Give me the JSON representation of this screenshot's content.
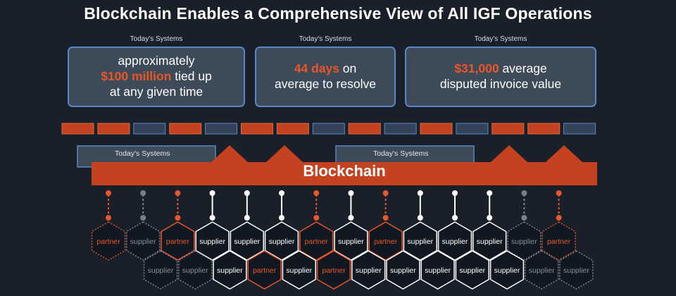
{
  "title": "Blockchain Enables a Comprehensive View of All IGF Operations",
  "cards": [
    {
      "header": "Today's Systems",
      "line1": "approximately",
      "highlight": "$100 million",
      "rest": " tied up",
      "line3": "at any given time"
    },
    {
      "header": "Today's Systems",
      "highlight": "44 days",
      "rest": " on",
      "line2": "average to resolve"
    },
    {
      "header": "Today's Systems",
      "highlight": "$31,000",
      "rest": " average",
      "line2": "disputed invoice value"
    }
  ],
  "today_systems_labels": [
    "Today's Systems",
    "Today's Systems"
  ],
  "blockchain_label": "Blockchain",
  "strip_colors": [
    "orange",
    "orange",
    "blue",
    "orange",
    "blue",
    "orange",
    "orange",
    "blue",
    "orange",
    "blue",
    "orange",
    "blue",
    "orange",
    "orange",
    "blue"
  ],
  "connectors": [
    "orange",
    "gray",
    "orange",
    "white",
    "white",
    "white",
    "orange",
    "white",
    "orange",
    "white",
    "white",
    "white",
    "gray",
    "orange"
  ],
  "hex_row1": [
    {
      "label": "partner",
      "style": "dim-orange"
    },
    {
      "label": "supplier",
      "style": "dim-gray"
    },
    {
      "label": "partner",
      "style": "orange"
    },
    {
      "label": "supplier",
      "style": "white"
    },
    {
      "label": "supplier",
      "style": "white"
    },
    {
      "label": "supplier",
      "style": "white"
    },
    {
      "label": "partner",
      "style": "orange"
    },
    {
      "label": "supplier",
      "style": "white"
    },
    {
      "label": "partner",
      "style": "orange"
    },
    {
      "label": "supplier",
      "style": "white"
    },
    {
      "label": "supplier",
      "style": "white"
    },
    {
      "label": "supplier",
      "style": "white"
    },
    {
      "label": "supplier",
      "style": "dim-gray"
    },
    {
      "label": "partner",
      "style": "dim-orange"
    }
  ],
  "hex_row2": [
    {
      "label": "supplier",
      "style": "dim-gray"
    },
    {
      "label": "supplier",
      "style": "dim-gray"
    },
    {
      "label": "supplier",
      "style": "white"
    },
    {
      "label": "partner",
      "style": "orange"
    },
    {
      "label": "supplier",
      "style": "white"
    },
    {
      "label": "partner",
      "style": "orange"
    },
    {
      "label": "supplier",
      "style": "white"
    },
    {
      "label": "supplier",
      "style": "white"
    },
    {
      "label": "supplier",
      "style": "white"
    },
    {
      "label": "supplier",
      "style": "white"
    },
    {
      "label": "supplier",
      "style": "white"
    },
    {
      "label": "supplier",
      "style": "dim-gray"
    },
    {
      "label": "supplier",
      "style": "dim-gray"
    }
  ],
  "colors": {
    "orange": "#c4421f",
    "orange_text": "#e8562a",
    "blue_box": "#3d4a58",
    "blue_border": "#5a86c8",
    "background": "#1a2029"
  }
}
